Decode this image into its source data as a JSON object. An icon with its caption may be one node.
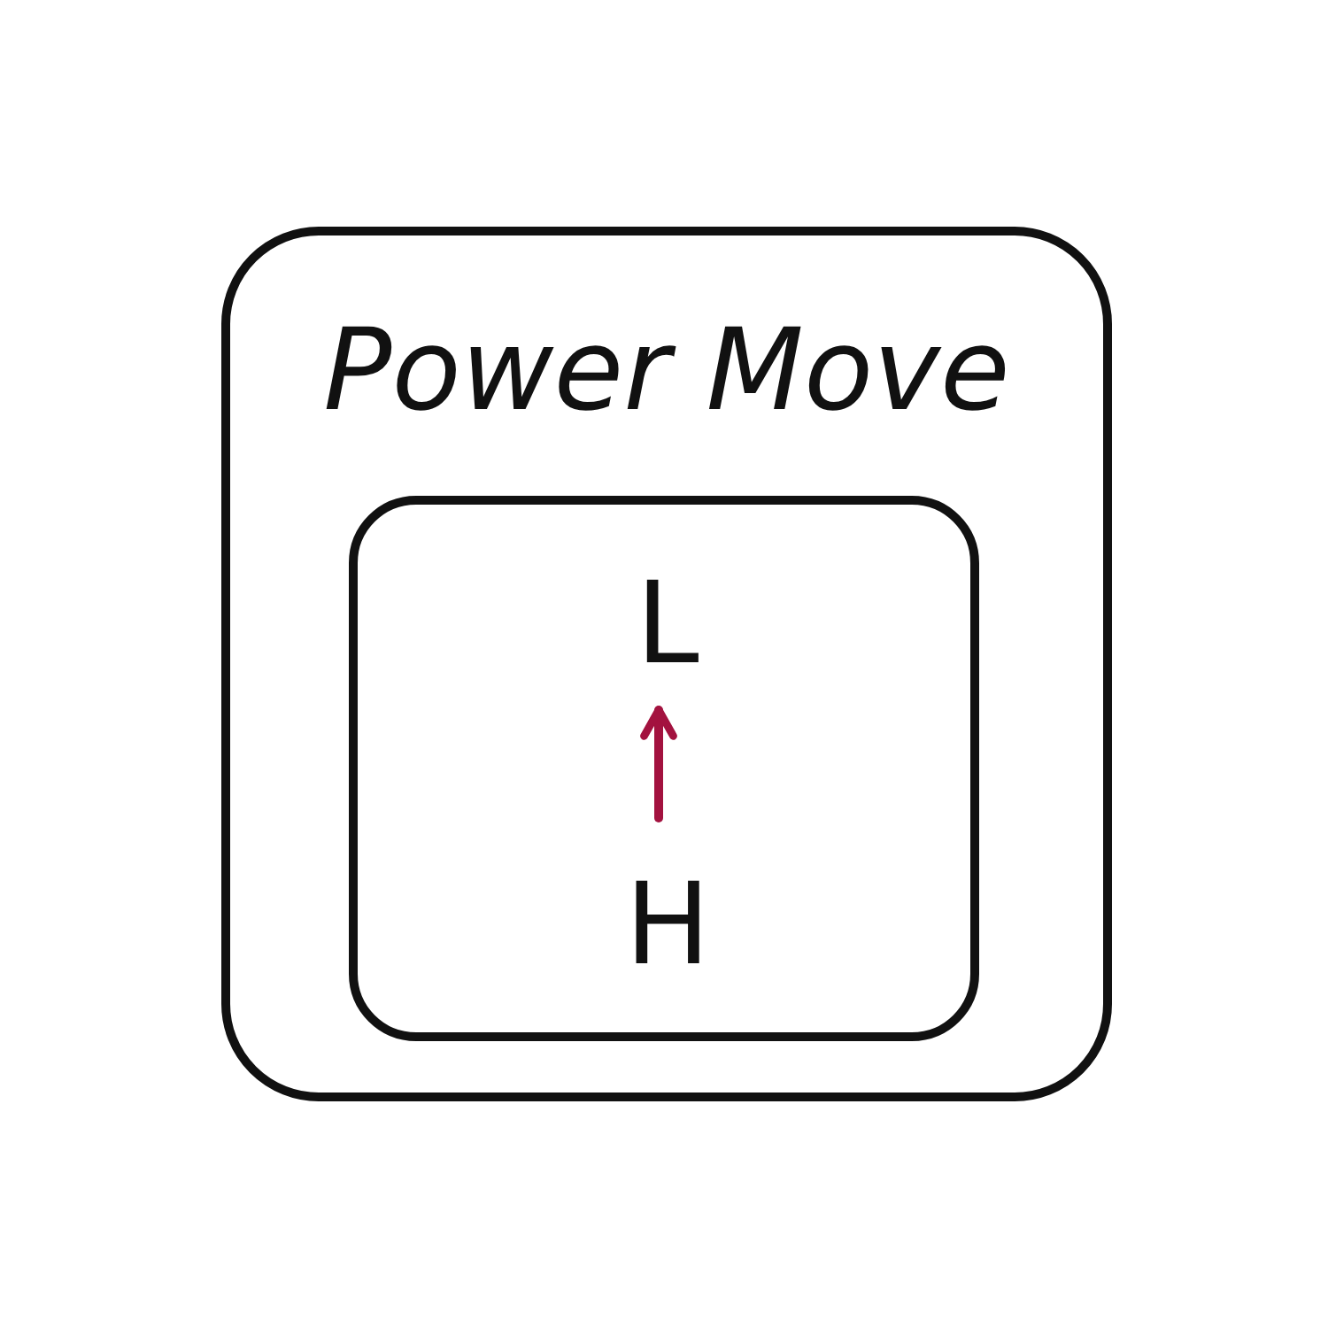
{
  "diagram": {
    "nodes": [
      {
        "text": [
          "Power Move"
        ]
      },
      {
        "text": [],
        "shape": "box",
        "in": 0
      },
      {
        "text": [
          "L"
        ],
        "in": 1
      },
      {
        "text": [
          "H"
        ],
        "in": 1
      }
    ],
    "edges": [
      {
        "from": 3,
        "to": 2,
        "arrow": "to",
        "color": "#a3123f"
      }
    ]
  }
}
